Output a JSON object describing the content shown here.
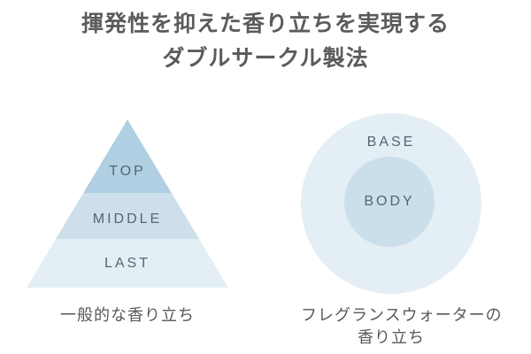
{
  "title": {
    "line1": "揮発性を抑えた香り立ちを実現する",
    "line2": "ダブルサークル製法"
  },
  "left_figure": {
    "type": "pyramid",
    "layers": [
      {
        "label": "TOP",
        "color": "#b0cfe2"
      },
      {
        "label": "MIDDLE",
        "color": "#cddfea"
      },
      {
        "label": "LAST",
        "color": "#e4eef5"
      }
    ],
    "caption": "一般的な香り立ち"
  },
  "right_figure": {
    "type": "concentric-circles",
    "outer": {
      "label": "BASE",
      "color": "#e4eef5"
    },
    "inner": {
      "label": "BODY",
      "color": "#cbdfeb"
    },
    "caption_line1": "フレグランスウォーターの",
    "caption_line2": "香り立ち"
  },
  "colors": {
    "background": "#ffffff",
    "title_text": "#5a5b5d",
    "shape_label_text": "#566572",
    "caption_text": "#58595b"
  }
}
